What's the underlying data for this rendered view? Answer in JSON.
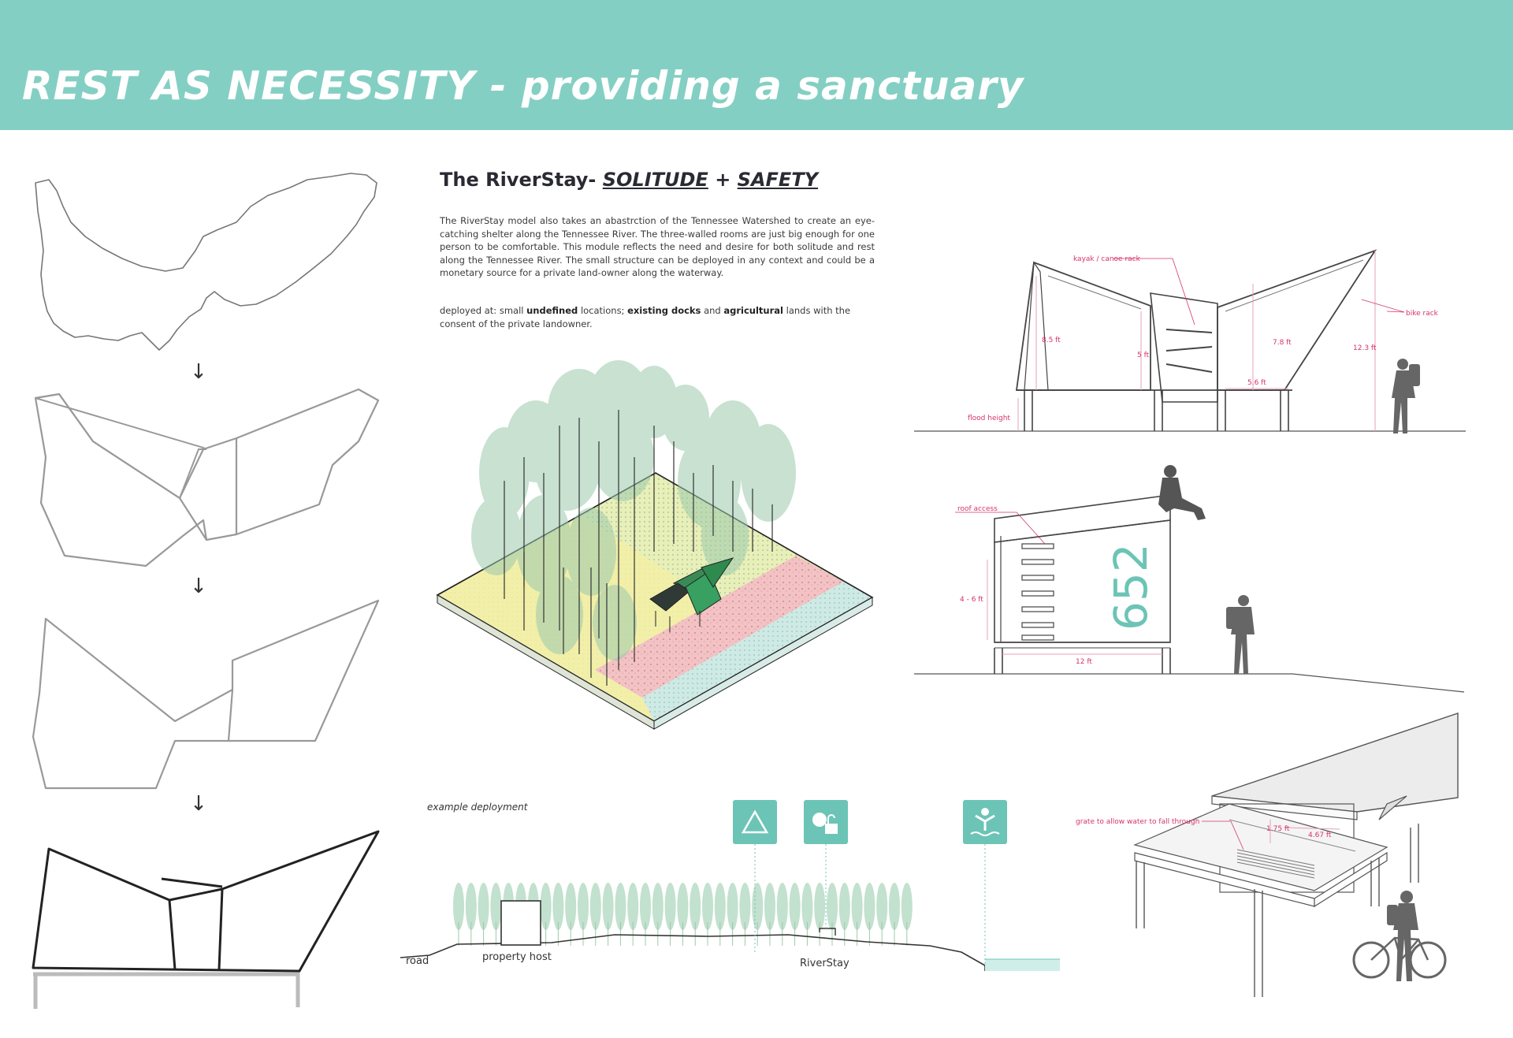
{
  "header": {
    "title": "REST AS NECESSITY - providing a sanctuary"
  },
  "section": {
    "title_prefix": "The RiverStay-",
    "title_solitude": "SOLITUDE",
    "title_plus": "+",
    "title_safety": "SAFETY",
    "description": "The RiverStay model also takes an abastrction of the Tennessee Watershed to create an eye-catching shelter along the Tennessee River. The three-walled rooms are just big enough for one person to be comfortable. This module reflects the need and desire for both solitude and rest along the Tennessee River. The small structure can be deployed in any context and could be a monetary source for a private land-owner along the waterway.",
    "deploy_prefix": "deployed at: small",
    "deploy_undefined": "undefined",
    "deploy_mid1": "locations;",
    "deploy_docks": "existing docks",
    "deploy_mid2": "and",
    "deploy_agri": "agricultural",
    "deploy_suffix": "lands with the consent of the private landowner."
  },
  "elevation": {
    "kayak_label": "kayak / canoe rack",
    "bike_label": "bike rack",
    "flood_label": "flood height",
    "dim_85": "8.5 ft",
    "dim_5": "5 ft",
    "dim_78": "7.8 ft",
    "dim_123": "12.3 ft",
    "dim_56": "5.6 ft"
  },
  "side": {
    "roof_label": "roof access",
    "dim_46": "4 - 6 ft",
    "dim_12": "12 ft",
    "number": "652"
  },
  "persp": {
    "grate_label": "grate to allow water to fall through",
    "dim_175": "1.75 ft",
    "dim_467": "4.67 ft"
  },
  "deployment": {
    "title": "example deployment",
    "road": "road",
    "host": "property host",
    "riverstay": "RiverStay"
  },
  "icons": [
    "camping-icon",
    "food-lock-icon",
    "swimming-icon"
  ],
  "colors": {
    "header": "#84cfc3",
    "accent": "#6cc4b6",
    "pink": "#d6336c",
    "trees": "#9cc9ad"
  },
  "arrows": [
    "↓",
    "↓",
    "↓"
  ]
}
